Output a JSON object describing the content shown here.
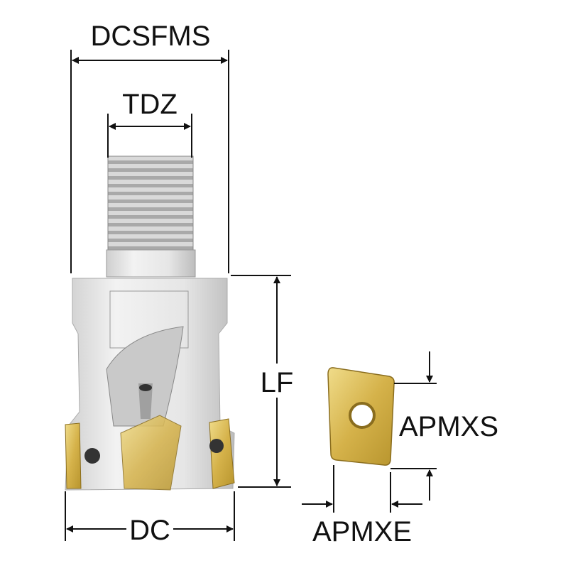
{
  "diagram": {
    "labels": {
      "dcsfms": "DCSFMS",
      "tdz": "TDZ",
      "lf": "LF",
      "dc": "DC",
      "apmxs": "APMXS",
      "apmxe": "APMXE"
    },
    "colors": {
      "line": "#111111",
      "body": "#dedede",
      "insert": "#d8b84a"
    }
  }
}
